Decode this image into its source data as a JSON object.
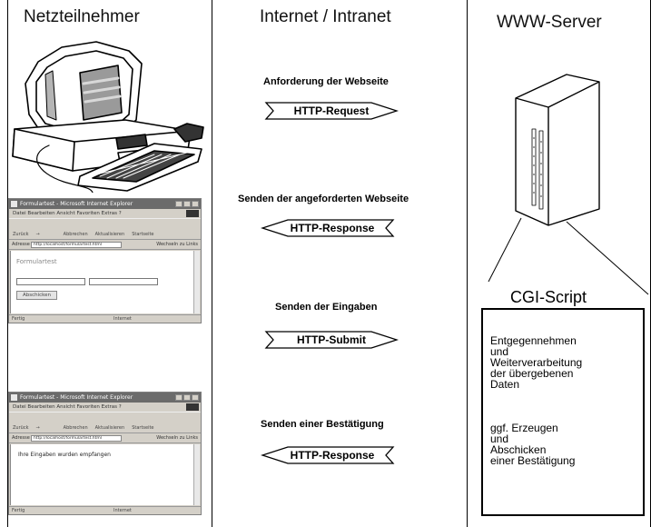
{
  "columns": {
    "left_title": "Netzteilnehmer",
    "middle_title": "Internet / Intranet",
    "right_title": "WWW-Server"
  },
  "steps": [
    {
      "label": "Anforderung der Webseite",
      "arrow_text": "HTTP-Request",
      "direction": "right"
    },
    {
      "label": "Senden der angeforderten Webseite",
      "arrow_text": "HTTP-Response",
      "direction": "left"
    },
    {
      "label": "Senden der Eingaben",
      "arrow_text": "HTTP-Submit",
      "direction": "right"
    },
    {
      "label": "Senden einer Bestätigung",
      "arrow_text": "HTTP-Response",
      "direction": "left"
    }
  ],
  "browser1": {
    "title": "Formulartest - Microsoft Internet Explorer",
    "menu": "Datei  Bearbeiten  Ansicht  Favoriten  Extras  ?",
    "toolbar": [
      "Zurück",
      "→",
      "Abbrechen",
      "Aktualisieren",
      "Startseite"
    ],
    "address_label": "Adresse",
    "address_url": "http://localhost/formulartest.html",
    "links": "Wechseln zu   Links",
    "status_left": "Fertig",
    "status_zone": "Internet",
    "form_title": "Formulartest",
    "button_label": "Abschicken"
  },
  "browser2": {
    "title": "Formulartest - Microsoft Internet Explorer",
    "menu": "Datei  Bearbeiten  Ansicht  Favoriten  Extras  ?",
    "toolbar": [
      "Zurück",
      "→",
      "Abbrechen",
      "Aktualisieren",
      "Startseite"
    ],
    "address_label": "Adresse",
    "address_url": "http://localhost/formulartest.html",
    "links": "Wechseln zu   Links",
    "status_left": "Fertig",
    "status_zone": "Internet",
    "confirm_text": "Ihre Eingaben wurden empfangen"
  },
  "cgi": {
    "label": "CGI-Script",
    "text_block_1": "Entgegennehmen\nund\nWeiterverarbeitung\nder übergebenen\nDaten",
    "text_block_2": "ggf. Erzeugen\nund\nAbschicken\neiner Bestätigung"
  },
  "icons": {
    "computer": "desktop-computer-sketch-icon",
    "server": "server-tower-sketch-icon"
  }
}
